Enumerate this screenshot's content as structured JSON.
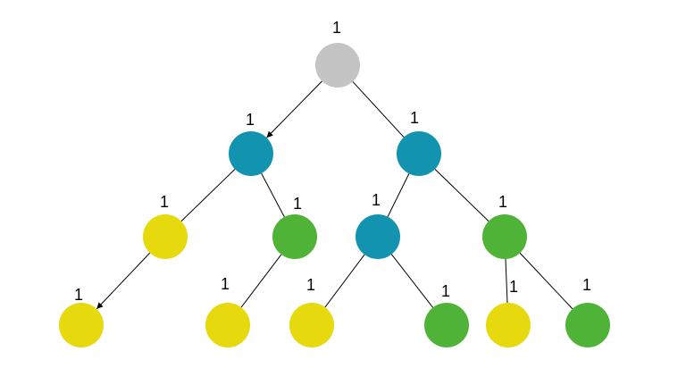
{
  "colors": {
    "gray": "#c4c4c4",
    "blue": "#1294b0",
    "yellow": "#e6d90e",
    "green": "#4fb338",
    "edge": "#000000"
  },
  "tree": {
    "nodes": [
      {
        "id": "root",
        "color": "gray",
        "label": "1"
      },
      {
        "id": "l1-left",
        "color": "blue",
        "label": "1"
      },
      {
        "id": "l1-right",
        "color": "blue",
        "label": "1"
      },
      {
        "id": "l2-a",
        "color": "yellow",
        "label": "1"
      },
      {
        "id": "l2-b",
        "color": "green",
        "label": "1"
      },
      {
        "id": "l2-c",
        "color": "blue",
        "label": "1"
      },
      {
        "id": "l2-d",
        "color": "green",
        "label": "1"
      },
      {
        "id": "l3-a",
        "color": "yellow",
        "label": "1"
      },
      {
        "id": "l3-b",
        "color": "yellow",
        "label": "1"
      },
      {
        "id": "l3-c",
        "color": "yellow",
        "label": "1"
      },
      {
        "id": "l3-d",
        "color": "green",
        "label": "1"
      },
      {
        "id": "l3-e",
        "color": "yellow",
        "label": "1"
      },
      {
        "id": "l3-f",
        "color": "green",
        "label": "1"
      }
    ],
    "edges": [
      {
        "from": "root",
        "to": "l1-left",
        "arrow": true
      },
      {
        "from": "root",
        "to": "l1-right",
        "arrow": false
      },
      {
        "from": "l1-left",
        "to": "l2-a",
        "arrow": false
      },
      {
        "from": "l1-left",
        "to": "l2-b",
        "arrow": false
      },
      {
        "from": "l1-right",
        "to": "l2-c",
        "arrow": false
      },
      {
        "from": "l1-right",
        "to": "l2-d",
        "arrow": false
      },
      {
        "from": "l2-a",
        "to": "l3-a",
        "arrow": true
      },
      {
        "from": "l2-b",
        "to": "l3-b",
        "arrow": false
      },
      {
        "from": "l2-c",
        "to": "l3-c",
        "arrow": false
      },
      {
        "from": "l2-c",
        "to": "l3-d",
        "arrow": false
      },
      {
        "from": "l2-d",
        "to": "l3-e",
        "arrow": false
      },
      {
        "from": "l2-d",
        "to": "l3-f",
        "arrow": false
      }
    ]
  }
}
